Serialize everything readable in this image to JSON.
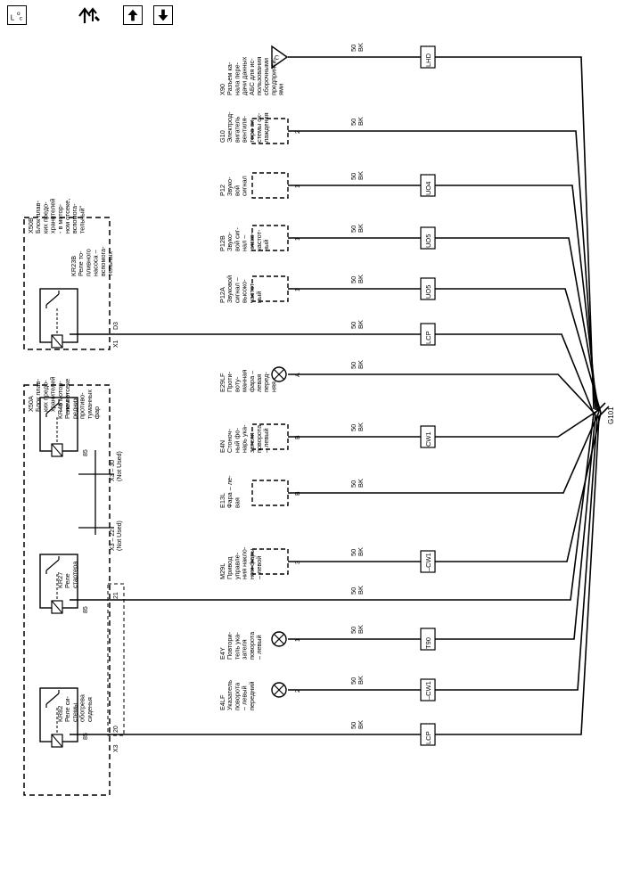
{
  "toolbar": {
    "icons": [
      "legend-icon",
      "location-icon",
      "arrow-up-icon",
      "arrow-down-icon"
    ]
  },
  "ground": {
    "label": "G101"
  },
  "wire_spec": {
    "gauge": "50",
    "color": "BK"
  },
  "blocks": {
    "x50b": [
      "X50B",
      "Блок плав-",
      "ких предо-",
      "хранителей",
      "- в мотор-",
      "ном отсеке,",
      "вспомога-",
      "тельный\""
    ],
    "x50a": [
      "X50A",
      "Блок плав-",
      "ких предо-",
      "хранителей",
      "– в мотор-",
      "ном отсеке"
    ]
  },
  "relays": {
    "kr23b": [
      "KR23B",
      "Реле то-",
      "пливного",
      "насоса –",
      "вспомога-",
      "тельных"
    ],
    "kr46": [
      "KR46",
      "Реле пе-",
      "редних",
      "противо-",
      "туманных",
      "фар"
    ],
    "kr27": [
      "KR27",
      "Реле",
      "стартера"
    ],
    "kr82": [
      "KR82",
      "Реле си-",
      "стемы",
      "обогрева",
      "сиденья"
    ]
  },
  "pins": {
    "x1": "X1",
    "d3": "D3",
    "kr46_85": "85",
    "x3_30": "X3 – 30",
    "x3_30_note": "(Not Used)",
    "x3_22": "X3 – 22",
    "x3_22_note": "(Not Used)",
    "kr27_85": "85",
    "p21": "21",
    "kr82_85": "85",
    "p20": "20",
    "x3": "X3"
  },
  "components": {
    "x90": [
      "X90",
      "Разъем ка-",
      "нала пере-",
      "дачи данных",
      "АБС для ис-",
      "пользования",
      "сборочными",
      "предприяти-",
      "ями"
    ],
    "g10": [
      "G10",
      "Электрод-",
      "вигатель",
      "вентиля-",
      "тора си-",
      "стемы ох-",
      "лаждения"
    ],
    "p12": [
      "P12",
      "Звуко-",
      "вой",
      "сигнал"
    ],
    "p12b": [
      "P12B",
      "Звуко-",
      "вой сиг-",
      "нал –",
      "низко-",
      "частот-",
      "ный"
    ],
    "p12a": [
      "P12A",
      "Звуковой",
      "сигнал –",
      "высоко-",
      "частот-",
      "ный"
    ],
    "e29lf": [
      "E29LF",
      "Проти-",
      "воту-",
      "манная",
      "фара –",
      "левая",
      "перед-",
      "няя"
    ],
    "e4n": [
      "E4N",
      "Стоноч-",
      "ный фо-",
      "нарь ука-",
      "зателя",
      "поворота",
      "– левый"
    ],
    "e13l": [
      "E13L",
      "Фара – ле-",
      "вая"
    ],
    "m29l": [
      "M29L",
      "Привод",
      "управле-",
      "ния накло-",
      "ном фары",
      "– левой"
    ],
    "e4y": [
      "E4Y",
      "Повтори-",
      "тель ука-",
      "зателя",
      "поворота",
      "– левый"
    ],
    "e4lf": [
      "E4LF",
      "Указатель",
      "поворота",
      "– левый",
      "передний"
    ]
  },
  "comp_pins": {
    "x90": "C",
    "g10": "2",
    "p12": "1",
    "p12b": "1",
    "p12a": "1",
    "e29lf": "A",
    "e4n": "B",
    "e13l": "B",
    "m29l": "3",
    "e4y": "1",
    "e4lf": "2"
  },
  "wire_labels": {
    "lhd": "LHD",
    "uo4": "UO4",
    "uo5a": "UO5",
    "uo5b": "UO5",
    "lcp1": "LCP",
    "cw1a": "CW1",
    "cw1b": "–CW1",
    "t90": "T90",
    "cw1c": "–CW1",
    "lcp2": "LCP"
  }
}
